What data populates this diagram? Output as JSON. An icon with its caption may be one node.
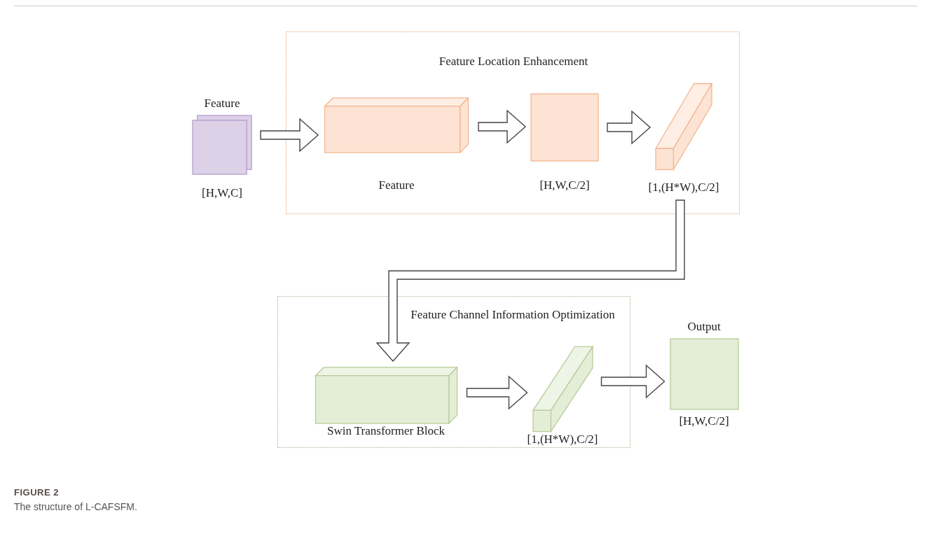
{
  "diagram": {
    "caption": "The structure of L-CAFSFM.",
    "nodes": [
      {
        "text": [
          "Feature Location Enhancement"
        ]
      },
      {
        "text": [
          "Feature",
          "[H,W,C]"
        ]
      },
      {
        "text": [
          "Feature"
        ],
        "in": 0
      },
      {
        "text": [
          "[H,W,C/2]"
        ],
        "in": 0
      },
      {
        "text": [
          "[1,(H*W),C/2]"
        ],
        "in": 0
      },
      {
        "text": [
          "Feature Channel Information Optimization"
        ]
      },
      {
        "text": [
          "Swin Transformer Block"
        ],
        "in": 5
      },
      {
        "text": [
          "[1,(H*W),C/2]"
        ],
        "in": 5
      },
      {
        "text": [
          "Output",
          "[H,W,C/2]"
        ]
      }
    ],
    "edges": [
      {
        "from": 1,
        "to": 2,
        "arrow": "to"
      },
      {
        "from": 2,
        "to": 3,
        "arrow": "to"
      },
      {
        "from": 3,
        "to": 4,
        "arrow": "to"
      },
      {
        "from": 4,
        "to": 6,
        "arrow": "to"
      },
      {
        "from": 6,
        "to": 7,
        "arrow": "to"
      },
      {
        "from": 7,
        "to": 8,
        "arrow": "to"
      }
    ],
    "labels": [
      "FIGURE 2"
    ]
  }
}
